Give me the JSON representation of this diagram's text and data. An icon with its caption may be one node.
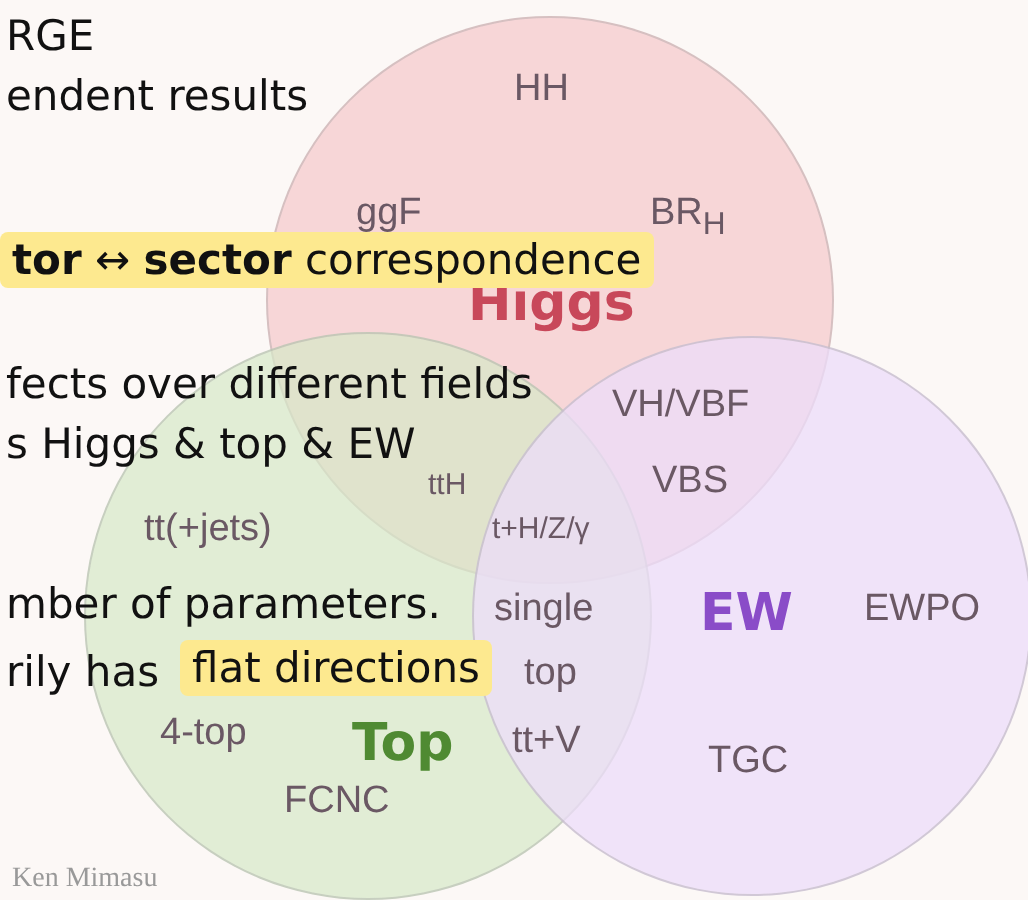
{
  "diagram": {
    "nodes": [
      {
        "text": [
          "Higgs"
        ]
      },
      {
        "text": [
          "Top"
        ]
      },
      {
        "text": [
          "EW"
        ]
      }
    ],
    "labels": [
      "RGE",
      "endent results",
      "HH",
      "ggF",
      "BR$_{H}$",
      "**tor** ↔ **sector** correspondence",
      "fects over different fields",
      "s Higgs & top & EW",
      "ttH",
      "VH/VBF",
      "VBS",
      "tt(+jets)",
      "t+H/Z/γ",
      "mber of parameters.",
      "single",
      "EWPO",
      "rily has",
      "flat directions",
      "top",
      "4-top",
      "tt+V",
      "TGC",
      "FCNC",
      "Ken Mimasu"
    ]
  }
}
